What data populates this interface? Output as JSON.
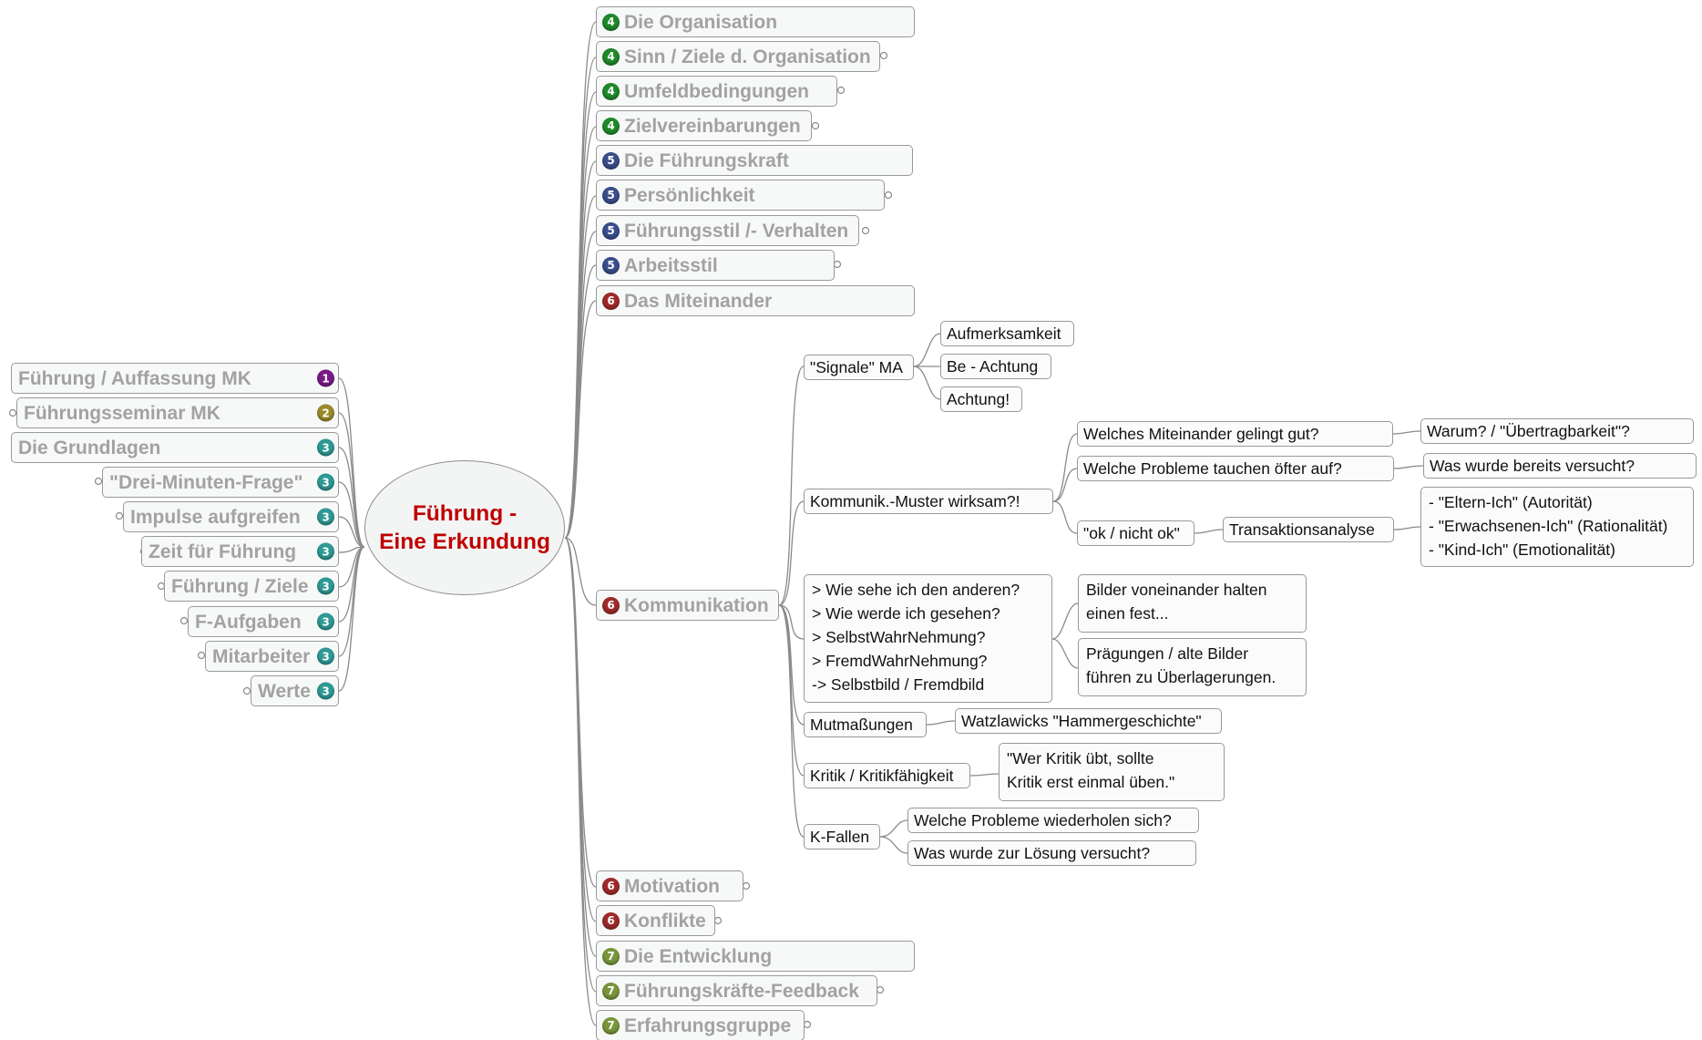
{
  "central_topic": {
    "line1": "Führung -",
    "line2": "Eine Erkundung",
    "color": "#c00000"
  },
  "badge_colors": {
    "1": "#7a1a86",
    "2": "#9a8a2a",
    "3": "#2e9a95",
    "4": "#1f8a2a",
    "5": "#3b4e8c",
    "6": "#a02a2a",
    "7": "#79973a"
  },
  "left_topics": [
    {
      "label": "Führung / Auffassung MK",
      "badge": "1",
      "badge_color": "#7a1a86"
    },
    {
      "label": "Führungsseminar MK",
      "badge": "2",
      "badge_color": "#9a8a2a"
    },
    {
      "label": "Die Grundlagen",
      "badge": "3",
      "badge_color": "#2e9a95"
    },
    {
      "label": "\"Drei-Minuten-Frage\"",
      "badge": "3",
      "badge_color": "#2e9a95"
    },
    {
      "label": "Impulse aufgreifen",
      "badge": "3",
      "badge_color": "#2e9a95"
    },
    {
      "label": "Zeit für Führung",
      "badge": "3",
      "badge_color": "#2e9a95"
    },
    {
      "label": "Führung / Ziele",
      "badge": "3",
      "badge_color": "#2e9a95"
    },
    {
      "label": "F-Aufgaben",
      "badge": "3",
      "badge_color": "#2e9a95"
    },
    {
      "label": "Mitarbeiter",
      "badge": "3",
      "badge_color": "#2e9a95"
    },
    {
      "label": "Werte",
      "badge": "3",
      "badge_color": "#2e9a95"
    }
  ],
  "right_topics": [
    {
      "label": "Die Organisation",
      "badge": "4",
      "badge_color": "#1f8a2a"
    },
    {
      "label": "Sinn / Ziele d. Organisation",
      "badge": "4",
      "badge_color": "#1f8a2a"
    },
    {
      "label": "Umfeldbedingungen",
      "badge": "4",
      "badge_color": "#1f8a2a"
    },
    {
      "label": "Zielvereinbarungen",
      "badge": "4",
      "badge_color": "#1f8a2a"
    },
    {
      "label": "Die Führungskraft",
      "badge": "5",
      "badge_color": "#3b4e8c"
    },
    {
      "label": "Persönlichkeit",
      "badge": "5",
      "badge_color": "#3b4e8c"
    },
    {
      "label": "Führungsstil /- Verhalten",
      "badge": "5",
      "badge_color": "#3b4e8c"
    },
    {
      "label": "Arbeitsstil",
      "badge": "5",
      "badge_color": "#3b4e8c"
    },
    {
      "label": "Das Miteinander",
      "badge": "6",
      "badge_color": "#a02a2a"
    },
    {
      "label": "Kommunikation",
      "badge": "6",
      "badge_color": "#a02a2a"
    },
    {
      "label": "Motivation",
      "badge": "6",
      "badge_color": "#a02a2a"
    },
    {
      "label": "Konflikte",
      "badge": "6",
      "badge_color": "#a02a2a"
    },
    {
      "label": "Die Entwicklung",
      "badge": "7",
      "badge_color": "#79973a"
    },
    {
      "label": "Führungskräfte-Feedback",
      "badge": "7",
      "badge_color": "#79973a"
    },
    {
      "label": "Erfahrungsgruppe",
      "badge": "7",
      "badge_color": "#79973a"
    }
  ],
  "kommunikation": {
    "signale": {
      "label": "\"Signale\" MA",
      "children": [
        "Aufmerksamkeit",
        "Be - Achtung",
        "Achtung!"
      ]
    },
    "muster": {
      "label": "Kommunik.-Muster wirksam?!",
      "gelingt": {
        "label": "Welches Miteinander gelingt gut?",
        "child": "Warum? /  \"Übertragbarkeit\"?"
      },
      "probleme": {
        "label": "Welche Probleme tauchen öfter auf?",
        "child": "Was wurde bereits versucht?"
      },
      "ok": {
        "label": "\"ok / nicht ok\"",
        "ta": {
          "label": "Transaktionsanalyse",
          "states": "- \"Eltern-Ich\" (Autorität)\n- \"Erwachsenen-Ich\" (Rationalität)\n- \"Kind-Ich\" (Emotionalität)"
        }
      }
    },
    "wahrnehmung": {
      "label": "> Wie sehe ich den anderen?\n> Wie werde ich gesehen?\n> SelbstWahrNehmung?\n> FremdWahrNehmung?\n-> Selbstbild / Fremdbild",
      "bilder": "Bilder voneinander halten\neinen fest...",
      "praegungen": "Prägungen / alte Bilder\nführen zu Überlagerungen."
    },
    "mutmassungen": {
      "label": "Mutmaßungen",
      "child": "Watzlawicks \"Hammergeschichte\""
    },
    "kritik": {
      "label": "Kritik / Kritikfähigkeit",
      "child": "\"Wer Kritik übt, sollte\nKritik erst einmal üben.\""
    },
    "kfallen": {
      "label": "K-Fallen",
      "children": [
        "Welche Probleme wiederholen sich?",
        "Was wurde zur Lösung versucht?"
      ]
    }
  }
}
